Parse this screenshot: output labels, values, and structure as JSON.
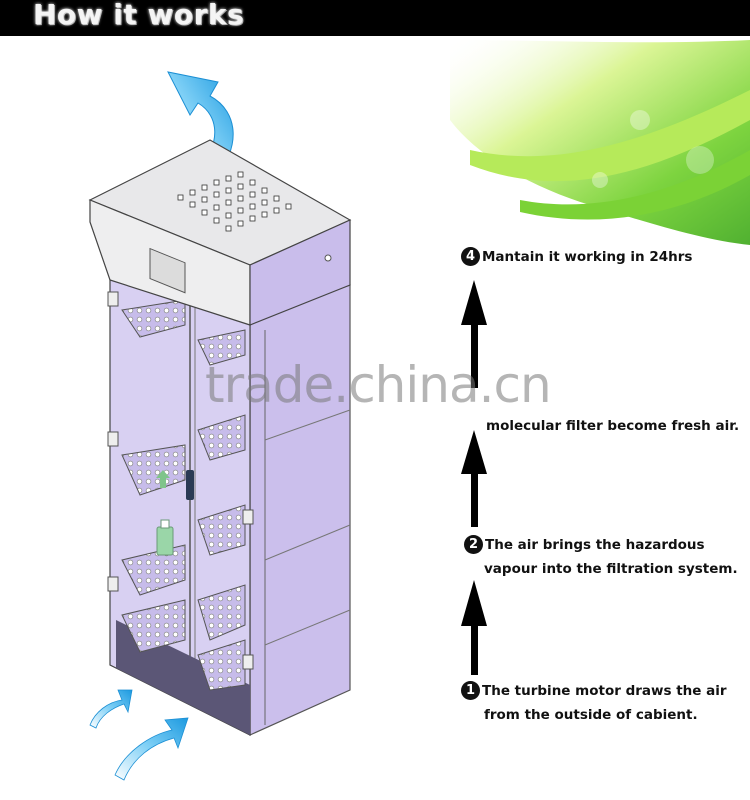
{
  "header": {
    "title": "How it works"
  },
  "steps": [
    {
      "number": "4",
      "lines": [
        "Mantain it working in 24hrs"
      ]
    },
    {
      "number": "",
      "lines": [
        "molecular filter become fresh air."
      ]
    },
    {
      "number": "2",
      "lines": [
        "The air brings the hazardous",
        "vapour into the filtration system."
      ]
    },
    {
      "number": "1",
      "lines": [
        "The turbine motor draws the air",
        "from the outside of cabient."
      ]
    }
  ],
  "watermark": "trade.china.cn",
  "colors": {
    "cabinet": "#c8bcea",
    "cabinet_dark": "#9a8dc8",
    "shelf": "#b9acdf",
    "airflow": "#29a8e8",
    "header_bg": "#000000",
    "leaf": "#8fd83a"
  }
}
